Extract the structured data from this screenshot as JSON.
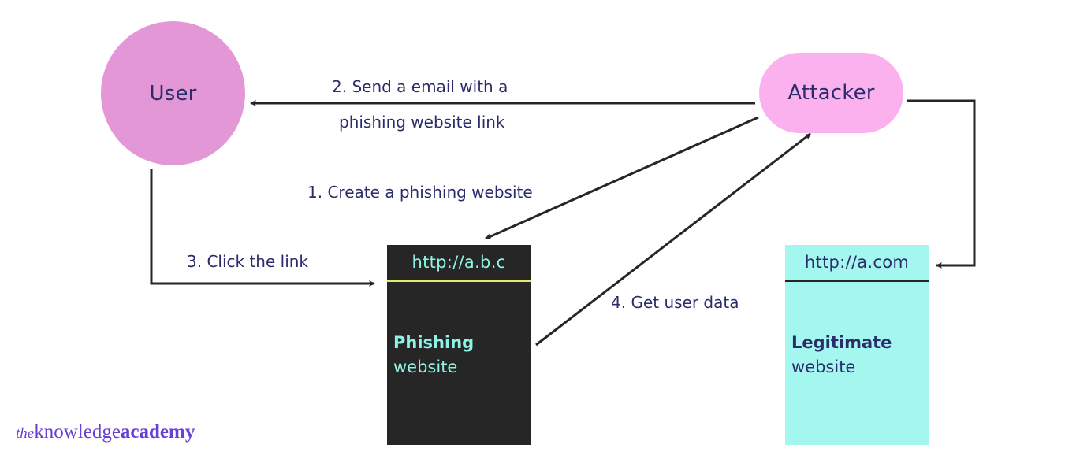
{
  "diagram": {
    "title": "Phishing attack flow",
    "colors": {
      "text": "#2b2d6b",
      "user_node": "#e397d6",
      "attacker_node": "#fcb1ef",
      "phishing_site_bg": "#262626",
      "phishing_site_text": "#8ef2e4",
      "phishing_site_divider": "#e2ec6a",
      "legit_site_bg": "#a4f7ee",
      "arrow": "#262626",
      "logo": "#6a3fd6"
    },
    "nodes": {
      "user": {
        "label": "User"
      },
      "attacker": {
        "label": "Attacker"
      },
      "phishing_site": {
        "url": "http://a.b.c",
        "title": "Phishing",
        "subtitle": "website"
      },
      "legit_site": {
        "url": "http://a.com",
        "title": "Legitimate",
        "subtitle": "website"
      }
    },
    "steps": [
      {
        "label": "1. Create a phishing website",
        "from": "Attacker",
        "to": "Phishing website"
      },
      {
        "label_line1": "2. Send a email with a",
        "label_line2": "phishing website link",
        "from": "Attacker",
        "to": "User"
      },
      {
        "label": "3. Click the link",
        "from": "User",
        "to": "Phishing website"
      },
      {
        "label": "4. Get user data",
        "from": "Phishing website",
        "to": "Attacker"
      }
    ],
    "extra_edges": [
      {
        "from": "Attacker",
        "to": "Legitimate website"
      }
    ]
  },
  "branding": {
    "logo_the": "the",
    "logo_knowledge": "knowledge",
    "logo_academy": "academy"
  }
}
